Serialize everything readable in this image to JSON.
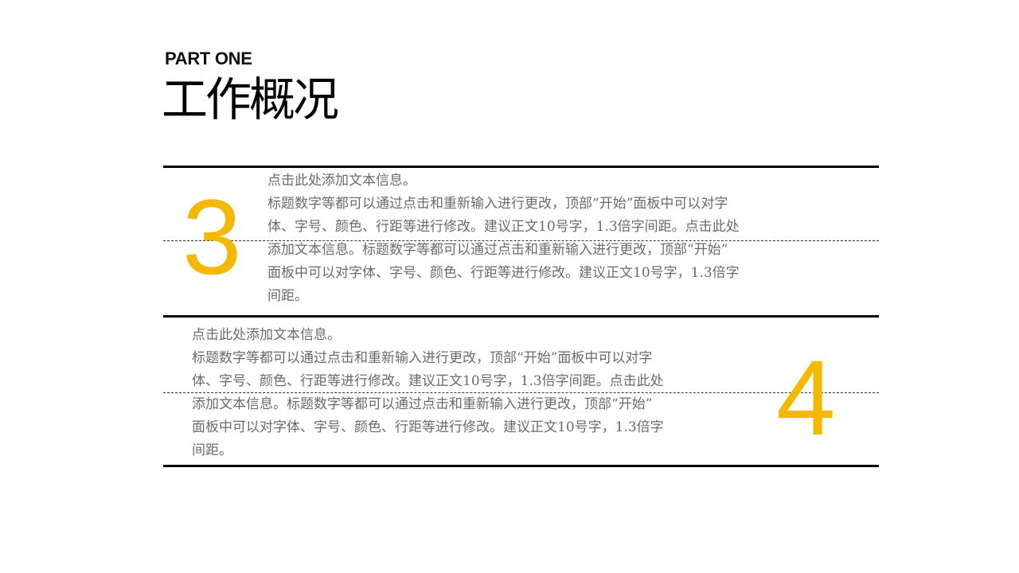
{
  "header": {
    "part_label": "PART ONE",
    "title": "工作概况"
  },
  "colors": {
    "accent": "#F5B800",
    "rule": "#000000",
    "body_text": "#6b6b6b"
  },
  "sections": [
    {
      "number": "3",
      "heading": "点击此处添加文本信息。",
      "lines": [
        "标题数字等都可以通过点击和重新输入进行更改，顶部“开始”面板中可以对字",
        "体、字号、颜色、行距等进行修改。建议正文10号字，1.3倍字间距。点击此处",
        "添加文本信息。标题数字等都可以通过点击和重新输入进行更改，顶部“开始”",
        "面板中可以对字体、字号、颜色、行距等进行修改。建议正文10号字，1.3倍字",
        "间距。"
      ]
    },
    {
      "number": "4",
      "heading": "点击此处添加文本信息。",
      "lines": [
        "标题数字等都可以通过点击和重新输入进行更改，顶部“开始”面板中可以对字",
        "体、字号、颜色、行距等进行修改。建议正文10号字，1.3倍字间距。点击此处",
        "添加文本信息。标题数字等都可以通过点击和重新输入进行更改，顶部“开始”",
        "面板中可以对字体、字号、颜色、行距等进行修改。建议正文10号字，1.3倍字",
        "间距。"
      ]
    }
  ]
}
